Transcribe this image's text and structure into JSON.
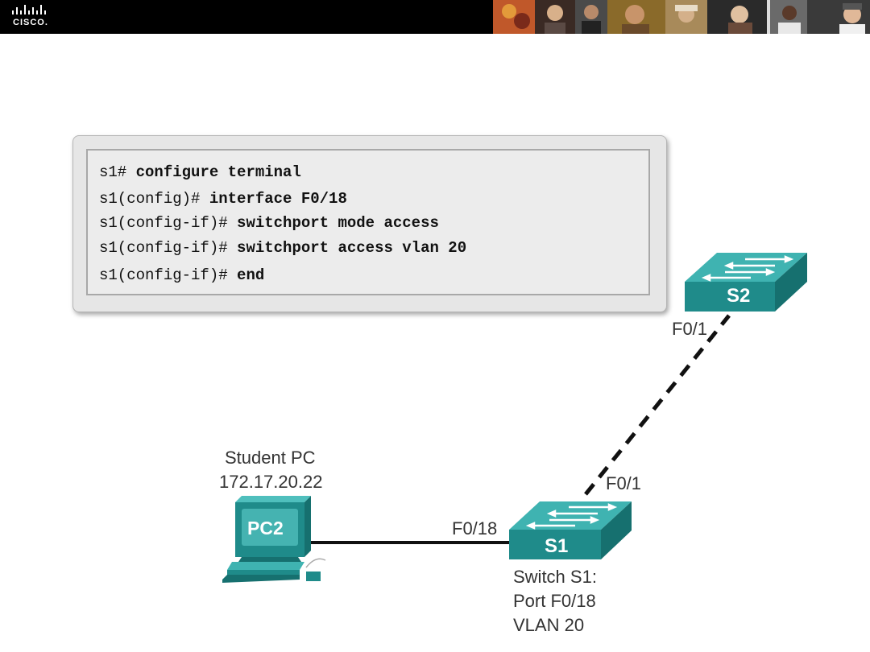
{
  "brand": {
    "logo_text": "CISCO."
  },
  "cli": {
    "lines": [
      {
        "prompt": "s1#",
        "command": "configure terminal"
      },
      {
        "prompt": "s1(config)#",
        "command": "interface F0/18"
      },
      {
        "prompt": "s1(config-if)#",
        "command": "switchport mode access"
      },
      {
        "prompt": "s1(config-if)#",
        "command": "switchport access vlan 20"
      },
      {
        "prompt": "s1(config-if)#",
        "command": "end"
      }
    ]
  },
  "diagram": {
    "pc": {
      "label": "PC2",
      "name": "Student PC",
      "ip": "172.17.20.22"
    },
    "switch_s1": {
      "label": "S1",
      "caption": [
        "Switch S1:",
        "Port F0/18",
        "VLAN 20"
      ],
      "port_to_pc": "F0/18",
      "port_to_s2": "F0/1"
    },
    "switch_s2": {
      "label": "S2",
      "port_to_s1": "F0/1"
    },
    "colors": {
      "device_teal": "#1f8b8a",
      "device_top": "#3fb3b1",
      "device_dark": "#16706f"
    }
  }
}
